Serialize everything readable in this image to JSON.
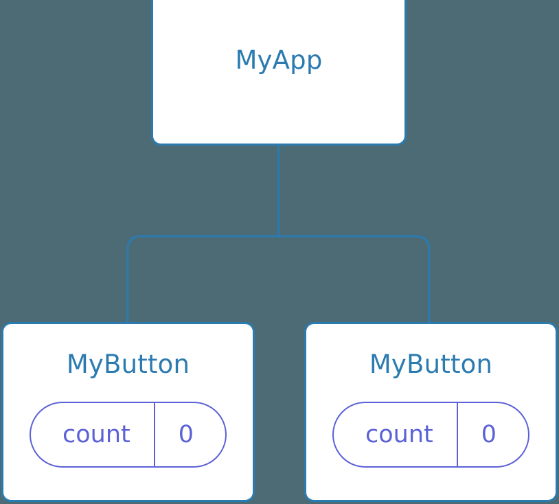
{
  "diagram": {
    "type": "component-tree",
    "background_color": "#4c6b74",
    "node_border_color": "#2b7bb0",
    "node_title_color": "#2b7bb0",
    "state_pill_color": "#5c62d6",
    "edge_color": "#2b7bb0"
  },
  "root": {
    "title": "MyApp"
  },
  "children": [
    {
      "title": "MyButton",
      "state": {
        "key": "count",
        "value": "0"
      }
    },
    {
      "title": "MyButton",
      "state": {
        "key": "count",
        "value": "0"
      }
    }
  ]
}
